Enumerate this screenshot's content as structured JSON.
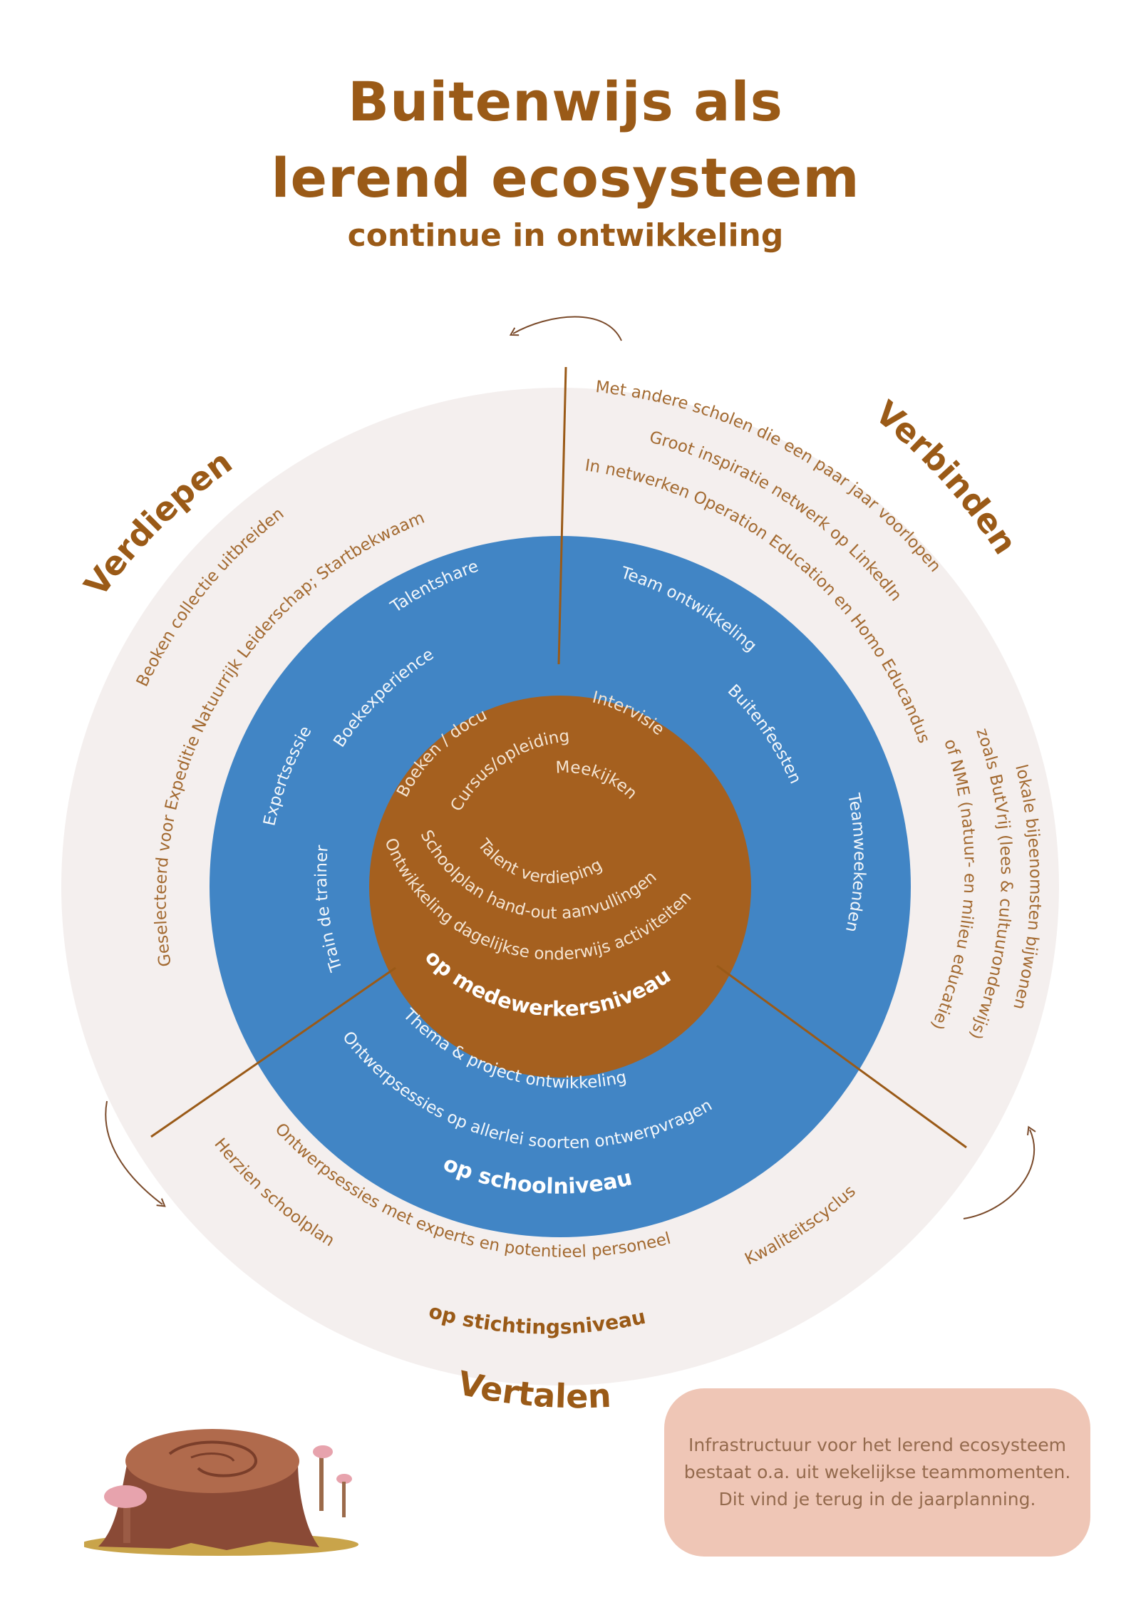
{
  "title_line1": "Buitenwijs als",
  "title_line2": "lerend ecosysteem",
  "subtitle": "continue in ontwikkeling",
  "colors": {
    "brown": "#9a5a17",
    "core": "#a5601f",
    "blue": "#4185c5",
    "outer": "#f4efee",
    "note": "#efc6b6",
    "light_text": "#a36a31"
  },
  "sections": {
    "verdiepen": "Verdiepen",
    "verbinden": "Verbinden",
    "vertalen": "Vertalen"
  },
  "outer_ring": {
    "verdiepen_items": [
      "Beoken collectie uitbreiden",
      "Geselecteerd voor Expeditie Natuurrijk Leiderschap; Startbekwaam"
    ],
    "verbinden_items": [
      "Met andere scholen die een paar jaar voorlopen",
      "Groot inspiratie netwerk op LinkedIn",
      "In netwerken Operation Education en Homo Educandus"
    ],
    "verbinden_side_items": [
      "lokale bijeenomsten bijwonen",
      "zoals ButVrij (lees & cultuuronderwijs)",
      "of NME (natuur- en milieu educatie)"
    ],
    "vertalen_items": [
      "Ontwerpsessies met experts  en potentieel personeel",
      "Herzien schoolplan",
      "Kwaliteitscyclus"
    ],
    "level_label": "op stichtingsniveau"
  },
  "middle_ring": {
    "items": [
      "Talentshare",
      "Boekexperience",
      "Expertsessie",
      "Train de trainer",
      "Team ontwikkeling",
      "Buitenfeesten",
      "Teamweekenden",
      "Thema & project ontwikkeling",
      "Ontwerpsessies op allerlei soorten ontwerpvragen"
    ],
    "level_label": "op schoolniveau"
  },
  "core": {
    "items": [
      "Boeken / docu",
      "Cursus/opleiding",
      "Intervisie",
      "Meekijken",
      "Talent verdieping",
      "Schoolplan hand-out aanvullingen",
      "Ontwikkeling dagelijkse onderwijs activiteiten"
    ],
    "level_label": "op medewerkersniveau"
  },
  "note": "Infrastructuur voor het lerend ecosysteem  bestaat o.a. uit wekelijkse teammomenten. Dit vind je terug in de jaarplanning."
}
